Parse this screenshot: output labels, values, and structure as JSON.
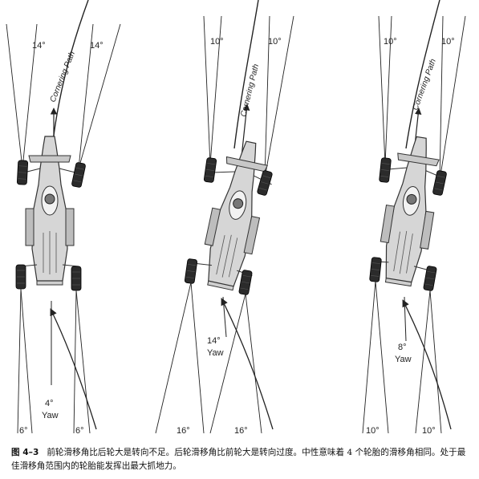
{
  "figure": {
    "panels": [
      {
        "id": "understeer",
        "front_angle": "14°",
        "rear_angle": "6°",
        "yaw_value": "4°",
        "yaw_label": "Yaw",
        "path_label": "Cornering Path"
      },
      {
        "id": "oversteer",
        "front_angle": "10°",
        "rear_angle": "16°",
        "yaw_value": "14°",
        "yaw_label": "Yaw",
        "path_label": "Cornering Path"
      },
      {
        "id": "neutral",
        "front_angle": "10°",
        "rear_angle": "10°",
        "yaw_value": "8°",
        "yaw_label": "Yaw",
        "path_label": "Cornering Path"
      }
    ]
  },
  "caption": {
    "figure_id": "图 4–3",
    "text": "前轮滑移角比后轮大是转向不足。后轮滑移角比前轮大是转向过度。中性意味着 4 个轮胎的滑移角相同。处于最佳滑移角范围内的轮胎能发挥出最大抓地力。"
  }
}
